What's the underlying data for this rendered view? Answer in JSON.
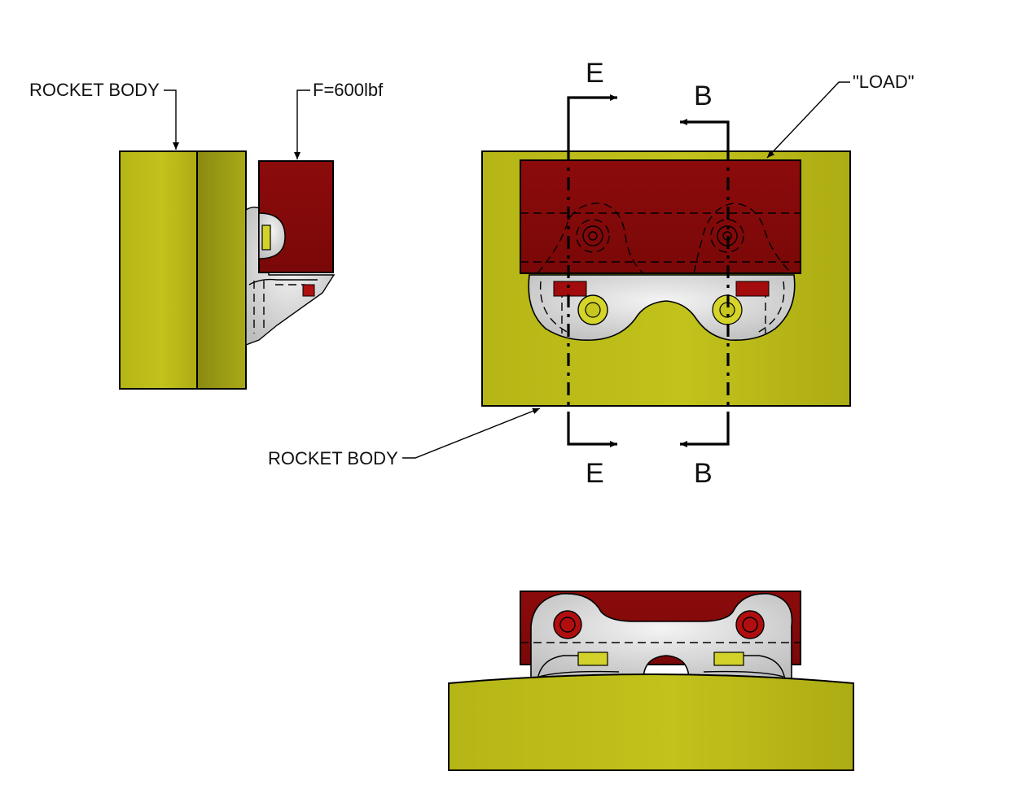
{
  "labels": {
    "rocket_body_side": "ROCKET BODY",
    "force": "F=600lbf",
    "load": "\"LOAD\"",
    "rocket_body_front": "ROCKET BODY"
  },
  "sections": {
    "e_top": "E",
    "e_bottom": "E",
    "b_top": "B",
    "b_bottom": "B"
  },
  "colors": {
    "rocket_body": "#b8b817",
    "rocket_body_shade": "#8f8f14",
    "load_block": "#8f0c0c",
    "bracket": "#e6e6e6"
  }
}
